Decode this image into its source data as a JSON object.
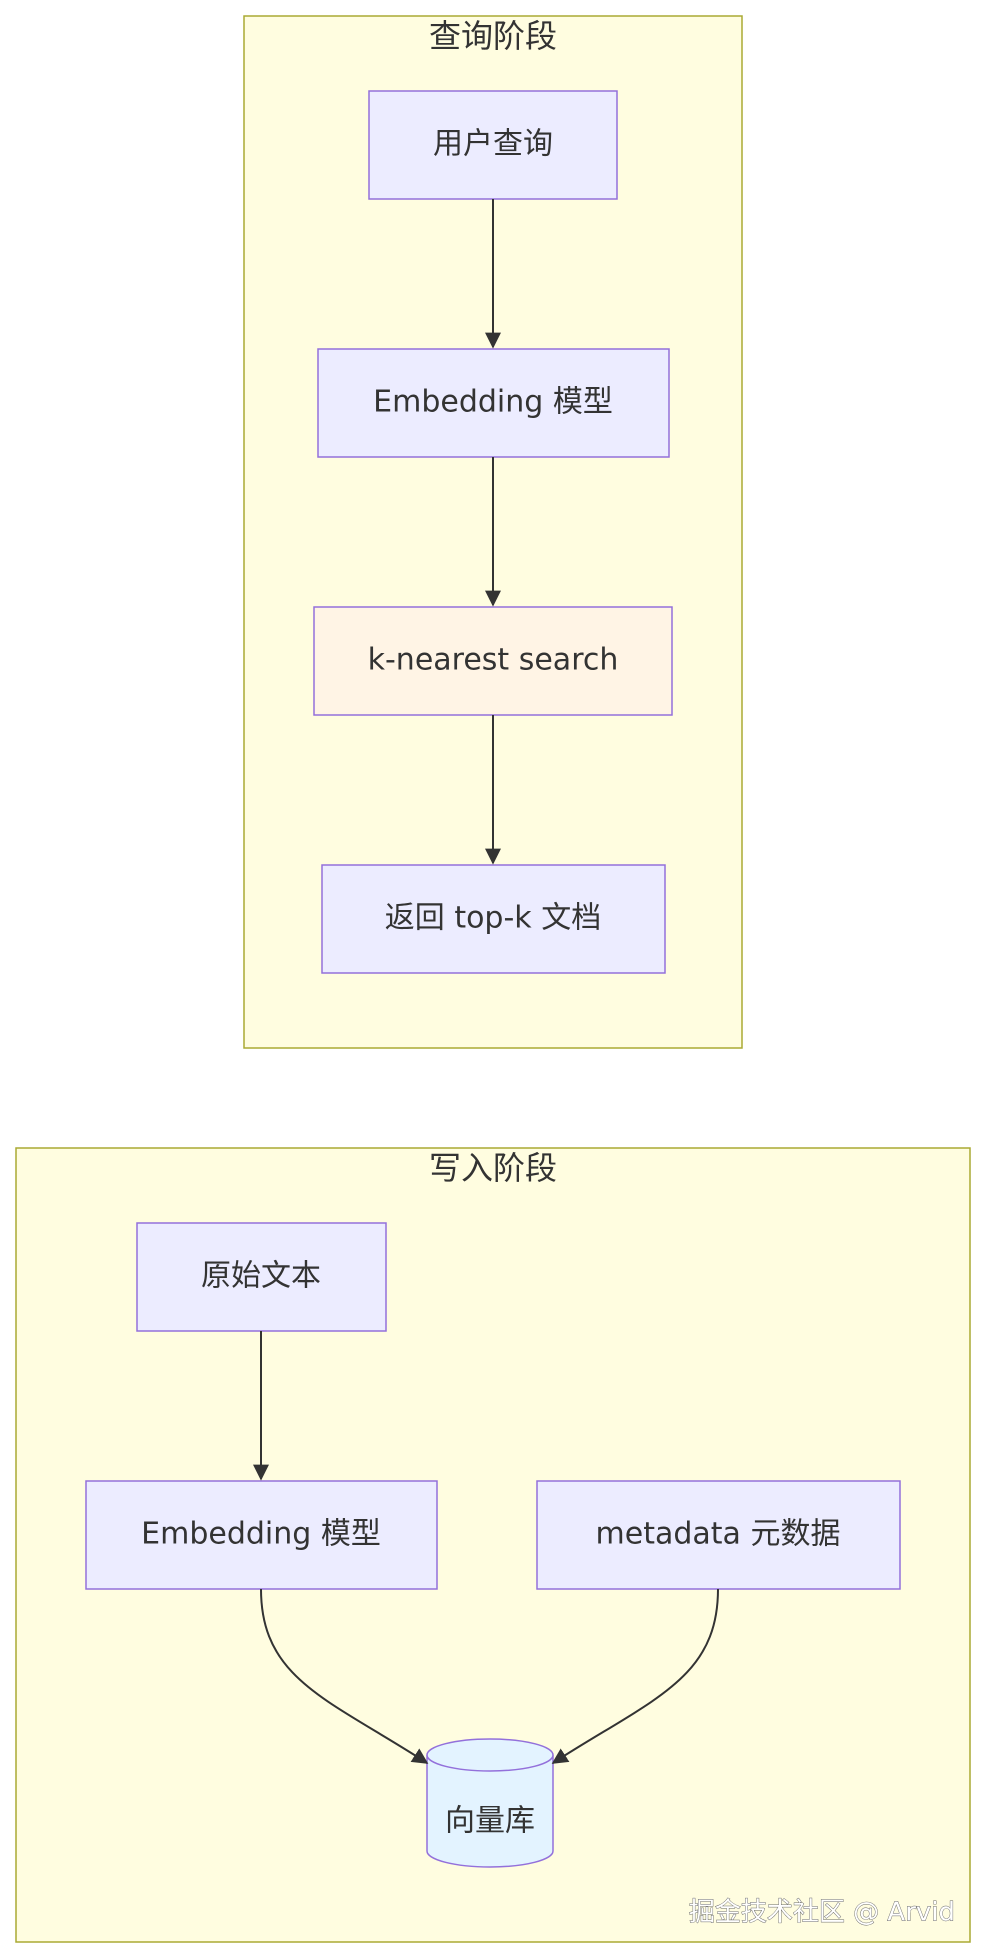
{
  "query_phase": {
    "title": "查询阶段",
    "nodes": {
      "user_query": "用户查询",
      "embedding_model": "Embedding 模型",
      "knn_search": "k-nearest search",
      "return_topk": "返回 top-k 文档"
    }
  },
  "write_phase": {
    "title": "写入阶段",
    "nodes": {
      "raw_text": "原始文本",
      "embedding_model": "Embedding 模型",
      "metadata": "metadata 元数据",
      "vector_db": "向量库"
    }
  },
  "watermark": "掘金技术社区 @ Arvid",
  "colors": {
    "lane_fill": "#fffde0",
    "lane_stroke": "#aaaa33",
    "node_fill": "#ececff",
    "node_stroke": "#9370db",
    "highlight_node_fill": "#fff4e5",
    "database_fill": "#e3f3ff",
    "edge": "#333333"
  }
}
